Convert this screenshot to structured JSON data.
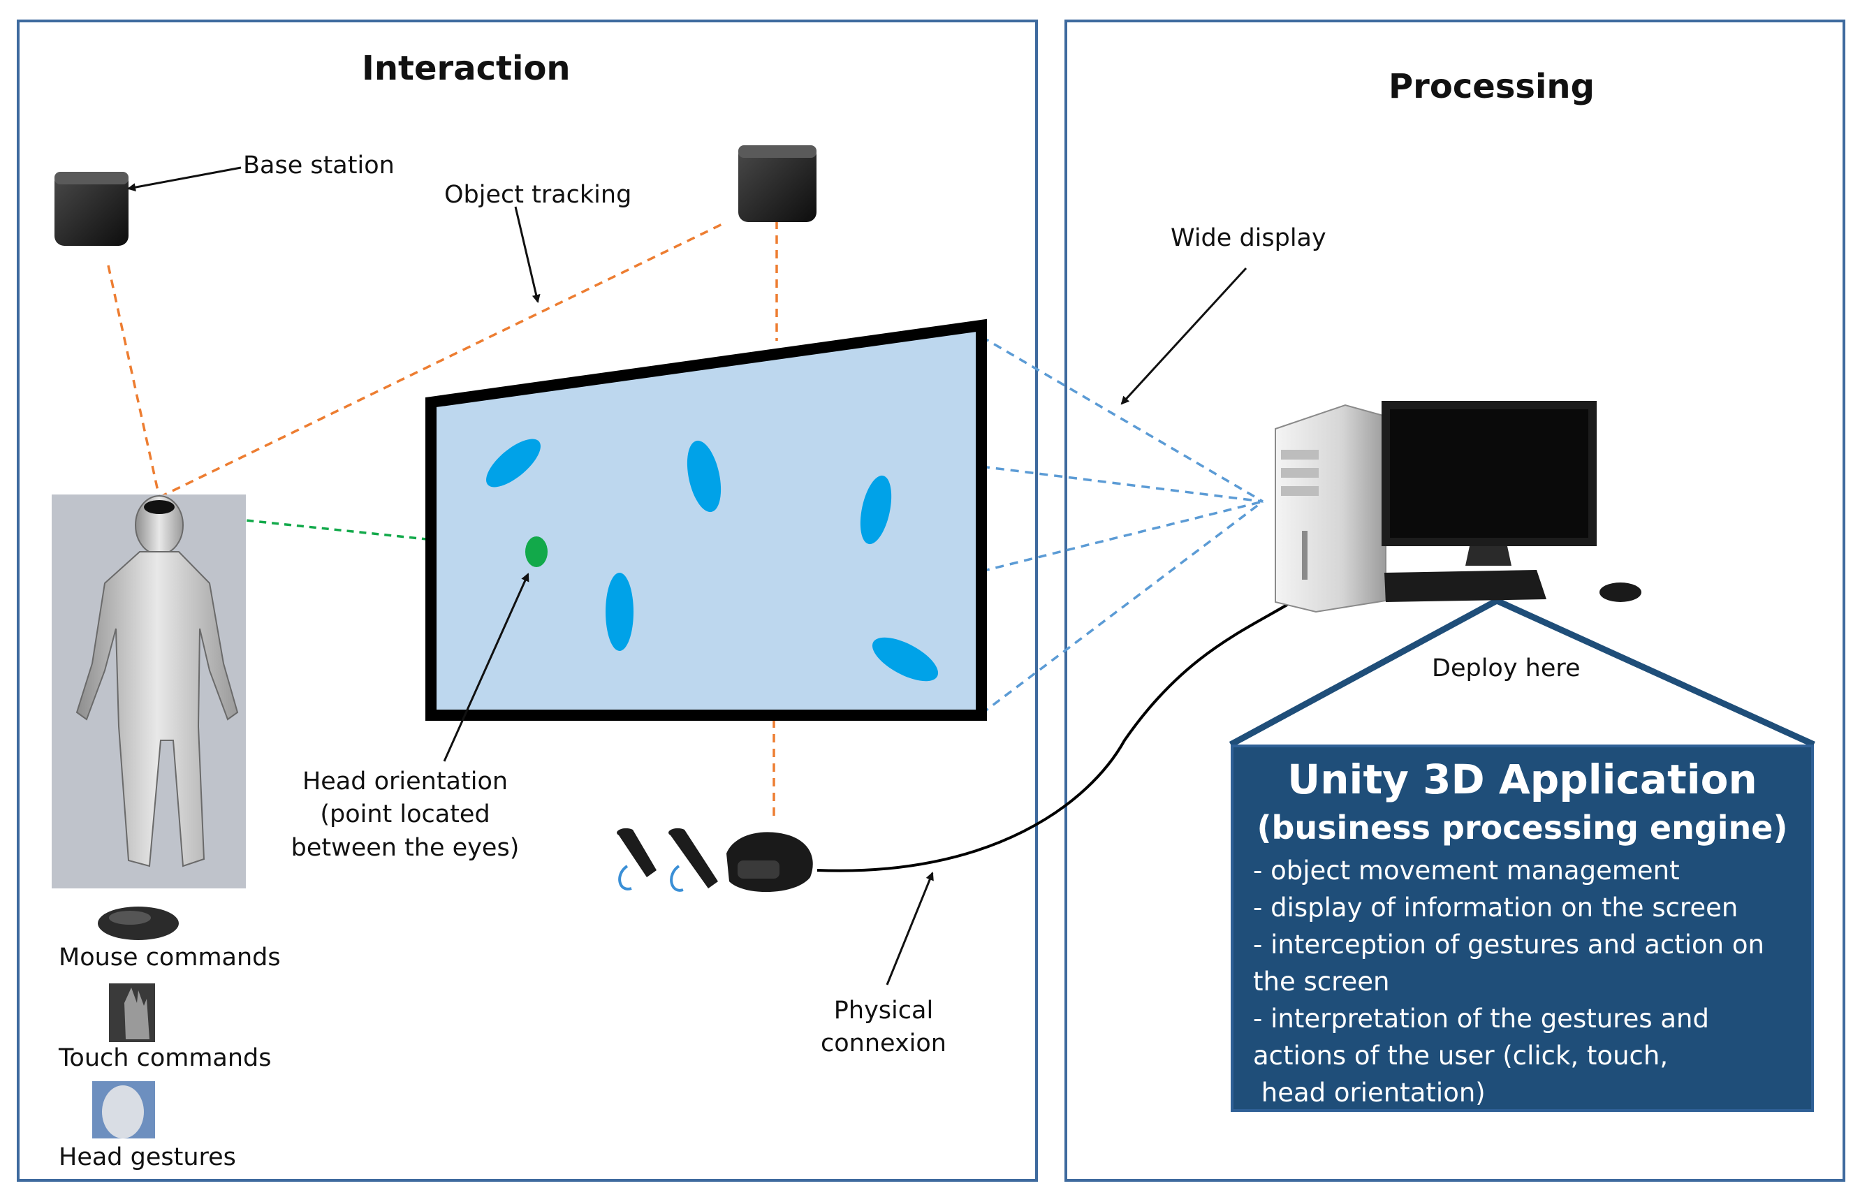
{
  "interaction": {
    "title": "Interaction",
    "base_station_label": "Base station",
    "object_tracking_label": "Object  tracking",
    "head_orientation": {
      "line1": "Head orientation",
      "line2": "(point located",
      "line3": "between the eyes)"
    },
    "inputs": {
      "mouse": "Mouse commands",
      "touch": "Touch commands",
      "head": "Head gestures"
    },
    "physical_connexion": {
      "line1": "Physical",
      "line2": "connexion"
    }
  },
  "processing": {
    "title": "Processing",
    "wide_display_label": "Wide display",
    "deploy_label": "Deploy here",
    "unity": {
      "title": "Unity 3D Application",
      "subtitle": "(business processing engine)",
      "items": [
        "- object movement management",
        "- display of information on the screen",
        "- interception of gestures and action on",
        "the screen",
        "- interpretation of the gestures and",
        "actions of the user (click, touch,",
        " head orientation)"
      ]
    }
  },
  "colors": {
    "panel_border": "#3e6a9e",
    "screen_fill": "#bdd7ee",
    "ellipse_fill": "#00a2e8",
    "gaze_point": "#12a94a",
    "tracking_line": "#ed7d31",
    "display_link": "#5b9bd5",
    "unity_box": "#1f4e79"
  },
  "icons": {
    "base_station": "base-station-icon",
    "computer": "desktop-computer-icon",
    "headset": "vr-headset-icon",
    "controllers": "vr-controller-icon",
    "mannequin": "human-figure-icon",
    "mouse": "mouse-icon",
    "hand": "hand-icon",
    "head": "head-icon"
  }
}
